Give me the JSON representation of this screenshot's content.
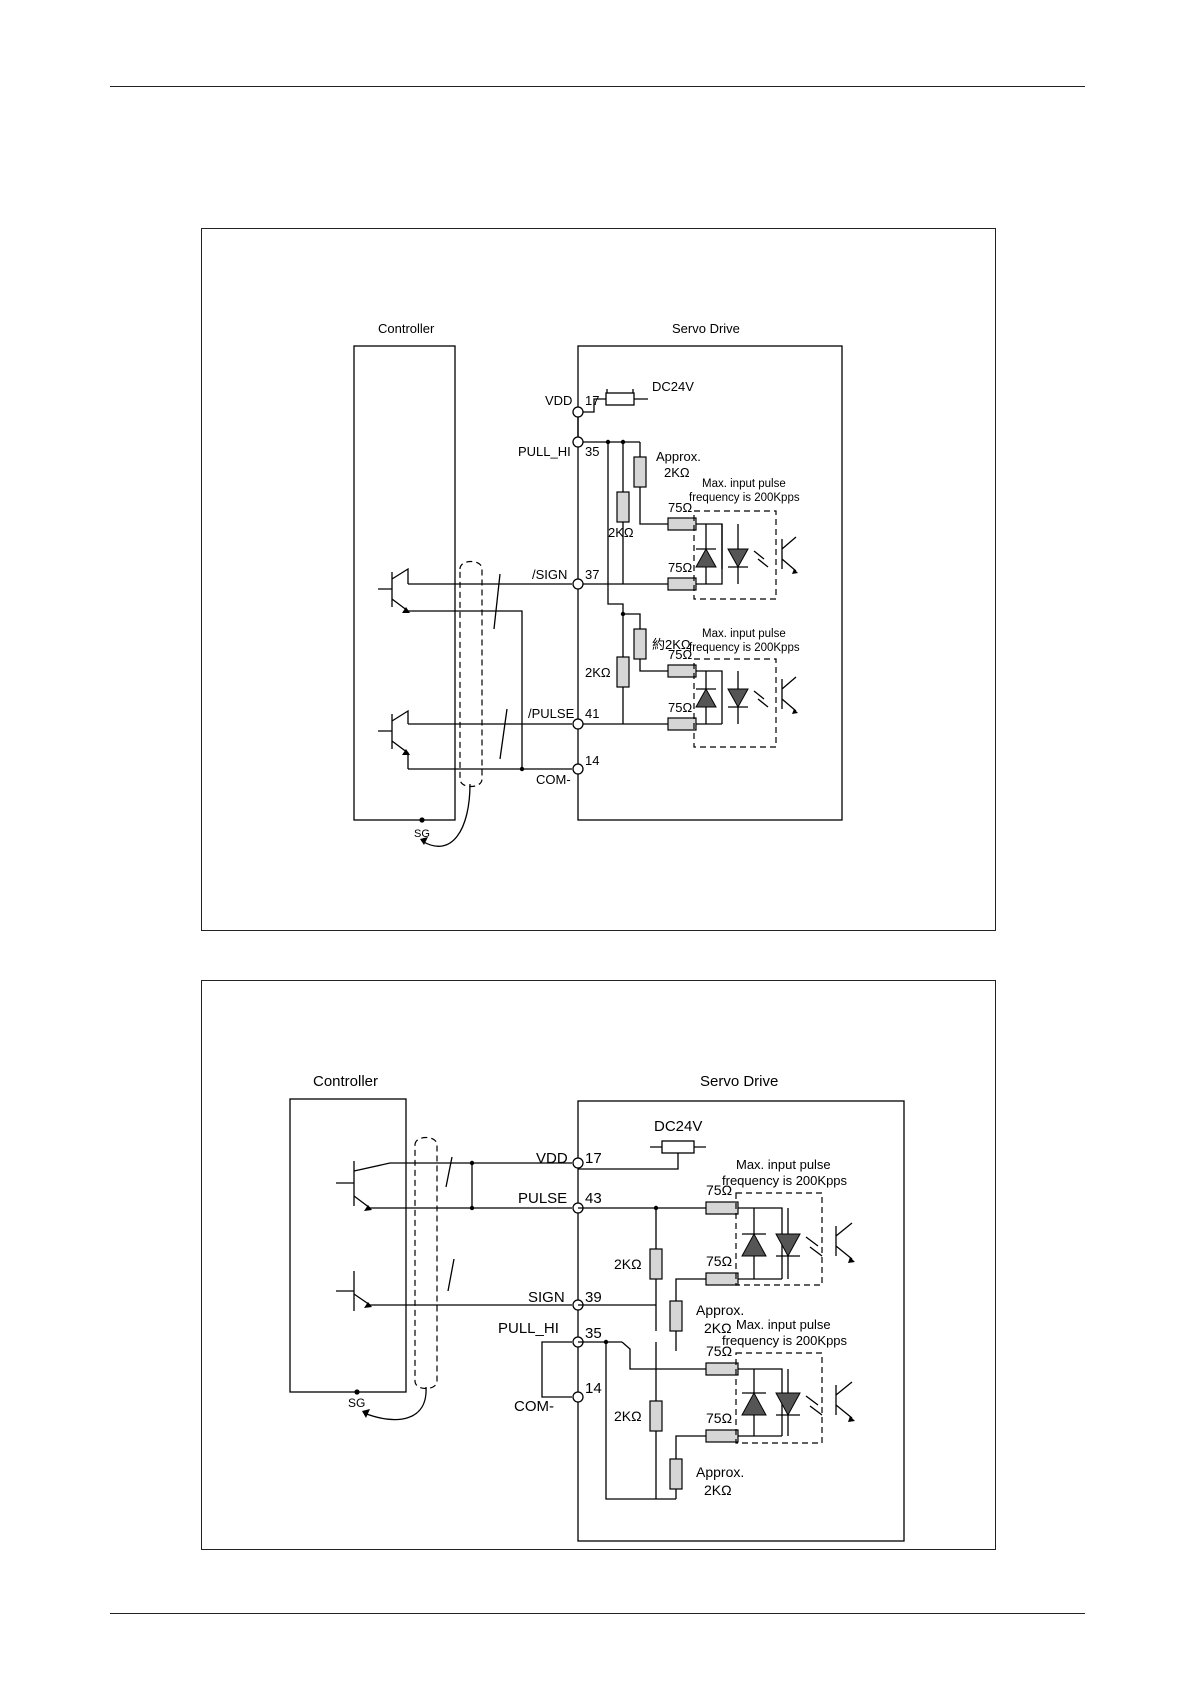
{
  "diagram1": {
    "controller_label": "Controller",
    "drive_label": "Servo Drive",
    "supply": "DC24V",
    "signals": [
      {
        "name": "VDD",
        "pin": "17"
      },
      {
        "name": "PULL_HI",
        "pin": "35"
      },
      {
        "name": "/SIGN",
        "pin": "37"
      },
      {
        "name": "/PULSE",
        "pin": "41"
      },
      {
        "name": "COM-",
        "pin": "14"
      }
    ],
    "resistors": {
      "pullup_a": "Approx.",
      "pullup_a_value": "2KΩ",
      "shunt_a": "2KΩ",
      "pullup_b": "約2KΩ",
      "shunt_b": "2KΩ",
      "series": "75Ω"
    },
    "note_line1": "Max. input pulse",
    "note_line2": "frequency is 200Kpps",
    "ground_label": "SG"
  },
  "diagram2": {
    "controller_label": "Controller",
    "drive_label": "Servo Drive",
    "supply": "DC24V",
    "signals": [
      {
        "name": "VDD",
        "pin": "17"
      },
      {
        "name": "PULSE",
        "pin": "43"
      },
      {
        "name": "SIGN",
        "pin": "39"
      },
      {
        "name": "PULL_HI",
        "pin": "35"
      },
      {
        "name": "COM-",
        "pin": "14"
      }
    ],
    "resistors": {
      "shunt": "2KΩ",
      "series": "75Ω",
      "approx": "Approx.",
      "approx_value": "2KΩ"
    },
    "note_line1": "Max. input pulse",
    "note_line2": "frequency is 200Kpps",
    "ground_label": "SG"
  }
}
